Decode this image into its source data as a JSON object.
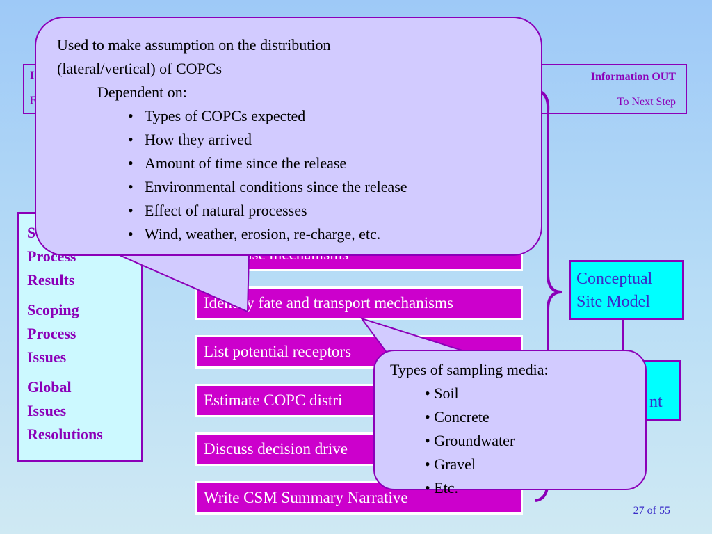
{
  "slide": {
    "title_fragment": "m",
    "header": {
      "left_top": "I",
      "left_bottom": "F",
      "right_top": "Information OUT",
      "right_bottom": "To Next Step"
    },
    "inputs": [
      [
        "Sc",
        "Process",
        "Results"
      ],
      [
        "Scoping",
        "Process",
        "Issues"
      ],
      [
        "Global",
        "Issues",
        "Resolutions"
      ]
    ],
    "steps": [
      "ry release mechanisms",
      "Identify fate and transport mechanisms",
      "List potential receptors",
      "Estimate COPC distri",
      "Discuss decision drive",
      "Write CSM Summary Narrative"
    ],
    "outputs": {
      "csm": [
        "Conceptual",
        "Site Model"
      ],
      "partial": "nt"
    },
    "page_number": "27 of 55"
  },
  "callout_main": {
    "line1": "Used to make assumption on the distribution",
    "line2": "(lateral/vertical) of COPCs",
    "line3": "Dependent on:",
    "bullets": [
      "Types of COPCs expected",
      "How they arrived",
      "Amount of time since the release",
      "Environmental conditions since the release",
      "Effect of natural processes",
      "Wind, weather, erosion, re-charge, etc."
    ]
  },
  "callout_media": {
    "heading": "Types of sampling media:",
    "items": [
      "• Soil",
      "• Concrete",
      "• Groundwater",
      "• Gravel",
      "• Etc."
    ]
  },
  "colors": {
    "accent": "#8b00b8",
    "step_fill": "#cc00cc",
    "input_fill": "#ccf9ff",
    "output_fill": "#00ffff",
    "callout_fill": "#d2cbff"
  }
}
